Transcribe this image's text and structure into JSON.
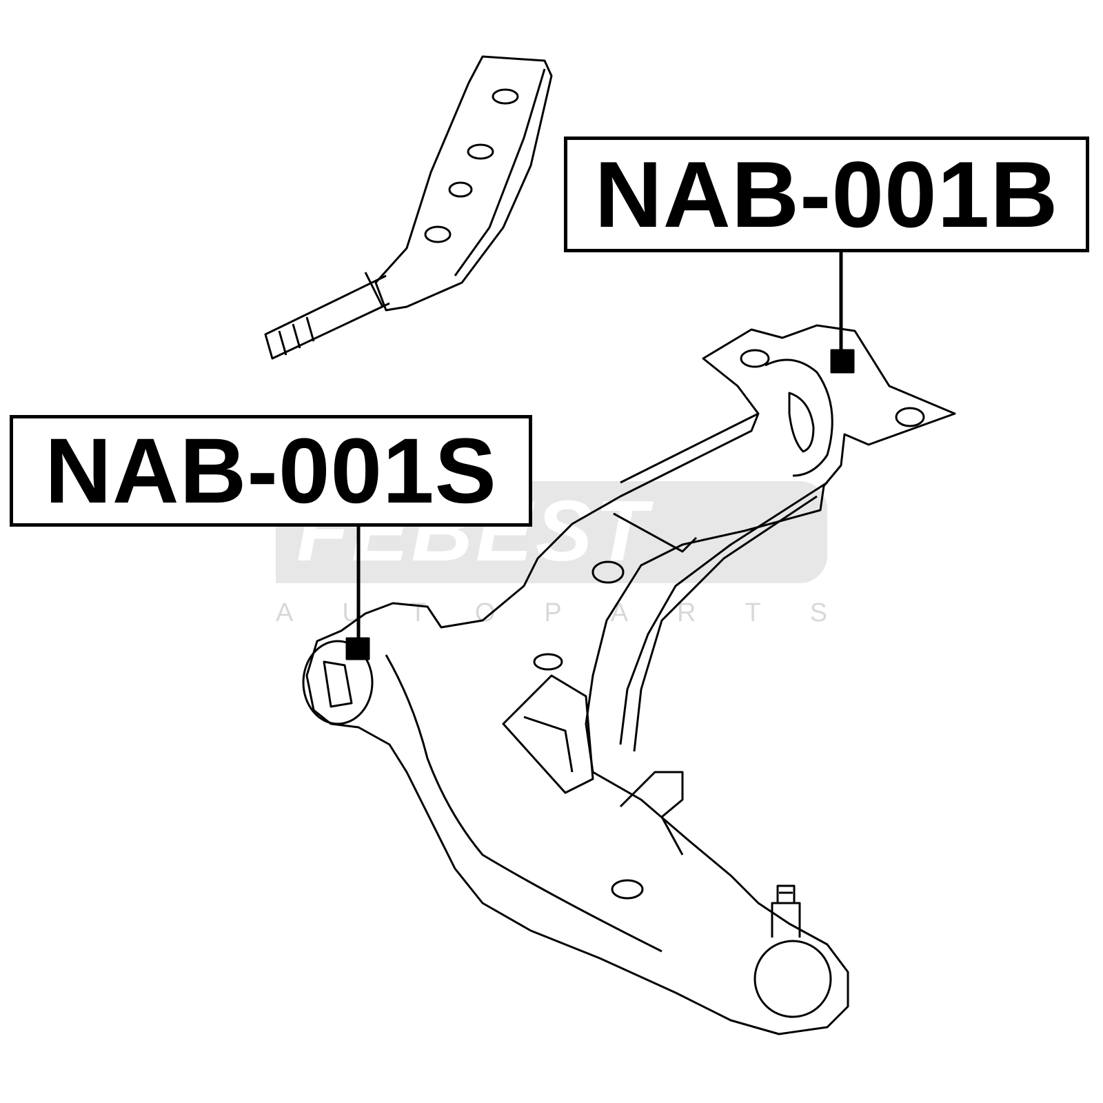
{
  "labels": {
    "part_b": "NAB-001B",
    "part_s": "NAB-001S"
  },
  "watermark": {
    "brand": "FEBEST",
    "tagline": [
      "A",
      "U",
      "T",
      "O",
      "P",
      "A",
      "R",
      "T",
      "S"
    ]
  },
  "colors": {
    "line": "#000000",
    "watermark": "#e3e3e3"
  }
}
